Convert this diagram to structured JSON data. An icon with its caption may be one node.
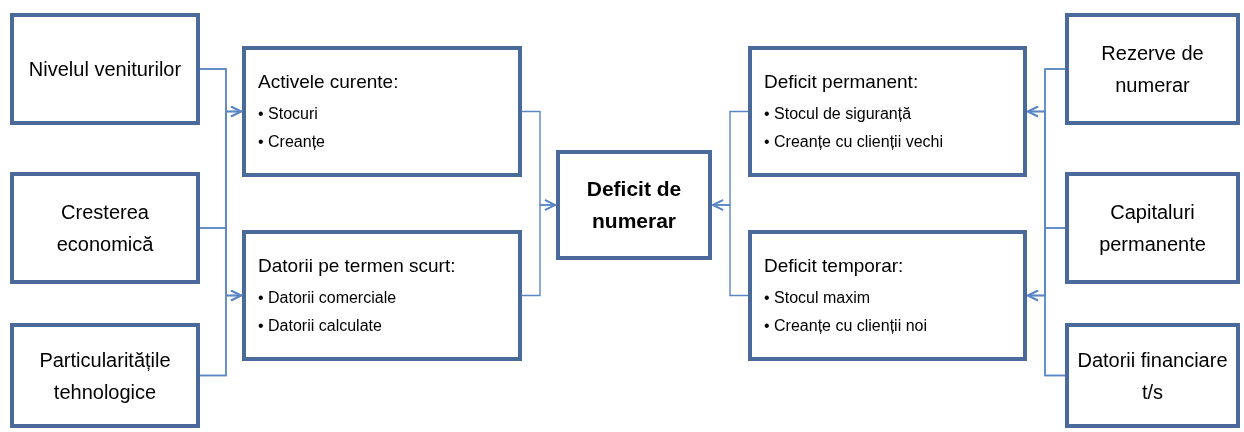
{
  "diagram": {
    "nodes": [
      {
        "text": [
          "Nivelul veniturilor"
        ]
      },
      {
        "text": [
          "Cresterea economică"
        ]
      },
      {
        "text": [
          "Particularitățile tehnologice"
        ]
      },
      {
        "text": [
          "Activele curente:",
          "• Stocuri",
          "• Creanțe"
        ]
      },
      {
        "text": [
          "Datorii pe termen scurt:",
          "• Datorii comerciale",
          "• Datorii calculate"
        ]
      },
      {
        "text": [
          "Deficit de numerar"
        ]
      },
      {
        "text": [
          "Deficit permanent:",
          "• Stocul de siguranță",
          "• Creanțe cu clienții vechi"
        ]
      },
      {
        "text": [
          "Deficit temporar:",
          "• Stocul maxim",
          "• Creanțe cu clienții noi"
        ]
      },
      {
        "text": [
          "Rezerve de numerar"
        ]
      },
      {
        "text": [
          "Capitaluri permanente"
        ]
      },
      {
        "text": [
          "Datorii financiare t/s"
        ]
      }
    ],
    "edges": [
      {
        "from": 0,
        "to": 3,
        "arrow": "to"
      },
      {
        "from": 1,
        "to": 3,
        "arrow": "to"
      },
      {
        "from": 2,
        "to": 3,
        "arrow": "to"
      },
      {
        "from": 0,
        "to": 4,
        "arrow": "to"
      },
      {
        "from": 1,
        "to": 4,
        "arrow": "to"
      },
      {
        "from": 2,
        "to": 4,
        "arrow": "to"
      },
      {
        "from": 3,
        "to": 5,
        "arrow": "to"
      },
      {
        "from": 4,
        "to": 5,
        "arrow": "to"
      },
      {
        "from": 6,
        "to": 5,
        "arrow": "to"
      },
      {
        "from": 7,
        "to": 5,
        "arrow": "to"
      },
      {
        "from": 8,
        "to": 6,
        "arrow": "to"
      },
      {
        "from": 9,
        "to": 6,
        "arrow": "to"
      },
      {
        "from": 10,
        "to": 6,
        "arrow": "to"
      },
      {
        "from": 8,
        "to": 7,
        "arrow": "to"
      },
      {
        "from": 9,
        "to": 7,
        "arrow": "to"
      },
      {
        "from": 10,
        "to": 7,
        "arrow": "to"
      }
    ]
  }
}
